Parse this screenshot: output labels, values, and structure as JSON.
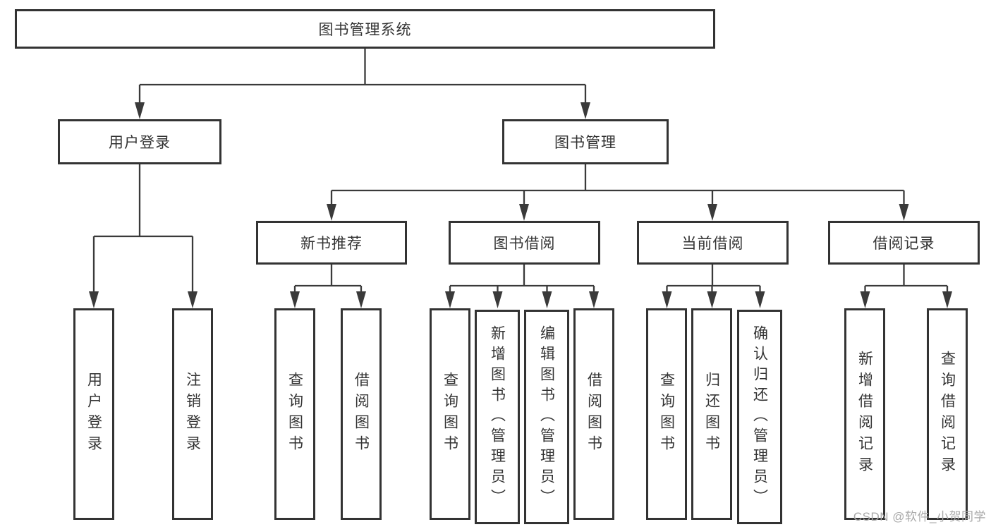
{
  "diagram": {
    "title_node": {
      "label": "图书管理系统"
    },
    "level2": [
      {
        "label": "用户登录"
      },
      {
        "label": "图书管理"
      }
    ],
    "level3": [
      {
        "label": "新书推荐",
        "parent": "图书管理"
      },
      {
        "label": "图书借阅",
        "parent": "图书管理"
      },
      {
        "label": "当前借阅",
        "parent": "图书管理"
      },
      {
        "label": "借阅记录",
        "parent": "图书管理"
      }
    ],
    "level4": [
      {
        "label": "用户登录",
        "parent": "用户登录"
      },
      {
        "label": "注销登录",
        "parent": "用户登录"
      },
      {
        "label": "查询图书",
        "parent": "新书推荐"
      },
      {
        "label": "借阅图书",
        "parent": "新书推荐"
      },
      {
        "label": "查询图书",
        "parent": "图书借阅"
      },
      {
        "label": "新增图书（管理员）",
        "parent": "图书借阅"
      },
      {
        "label": "编辑图书（管理员）",
        "parent": "图书借阅"
      },
      {
        "label": "借阅图书",
        "parent": "图书借阅"
      },
      {
        "label": "查询图书",
        "parent": "当前借阅"
      },
      {
        "label": "归还图书",
        "parent": "当前借阅"
      },
      {
        "label": "确认归还（管理员）",
        "parent": "当前借阅"
      },
      {
        "label": "新增借阅记录",
        "parent": "借阅记录"
      },
      {
        "label": "查询借阅记录",
        "parent": "借阅记录"
      }
    ],
    "watermark": "CSDN @软件_小贺同学",
    "colors": {
      "border": "#333333",
      "line": "#3a3a3a",
      "text": "#333333",
      "watermark": "#a9a9a9",
      "background": "#ffffff"
    }
  }
}
